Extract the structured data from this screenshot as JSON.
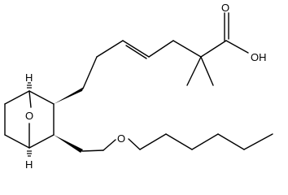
{
  "molecule": {
    "atoms": {
      "carbonyl_oxygen": "O",
      "hydroxyl": "OH",
      "bridge_oxygen": "O",
      "ether_oxygen": "O",
      "bridgehead_h_top": "H",
      "bridgehead_h_bottom": "H"
    },
    "colors": {
      "bond": "#000000",
      "label": "#000000",
      "background": "#ffffff"
    }
  }
}
